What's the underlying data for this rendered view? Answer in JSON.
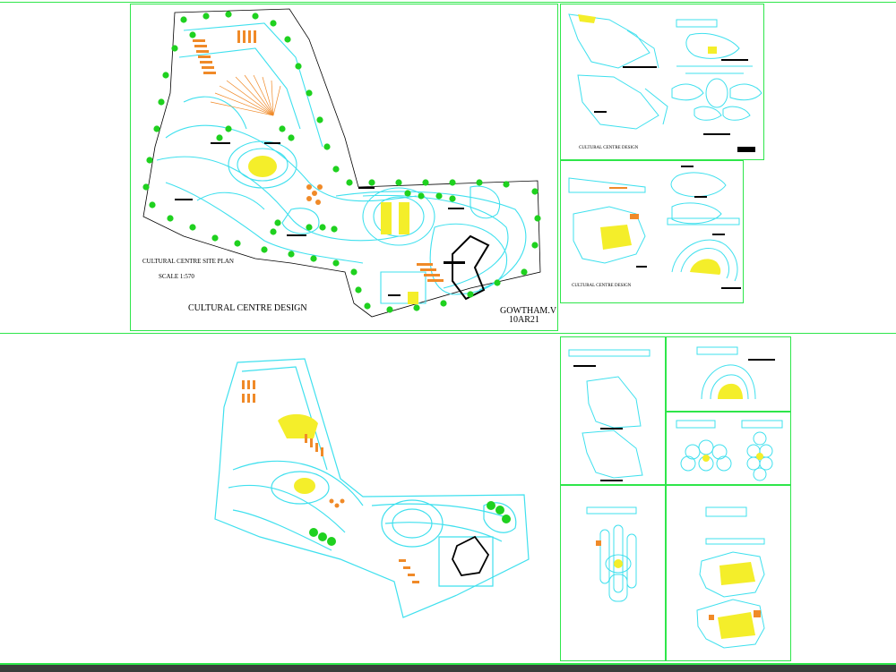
{
  "sheet": {
    "title": "CULTURAL CENTRE DESIGN",
    "site_plan_label": "CULTURAL CENTRE SITE PLAN",
    "scale_label": "SCALE  1:570",
    "author": "GOWTHAM.V",
    "roll_no": "10AR21",
    "panel_caption_1": "CULTURAL CENTRE DESIGN",
    "panel_caption_2": "CULTURAL CENTRE DESIGN"
  },
  "colors": {
    "frame": "#2ee64a",
    "cad_line": "#3fe0ee",
    "tree": "#1fd11f",
    "highlight": "#f4ee2a",
    "hatch": "#f08a28",
    "ink": "#000000"
  }
}
